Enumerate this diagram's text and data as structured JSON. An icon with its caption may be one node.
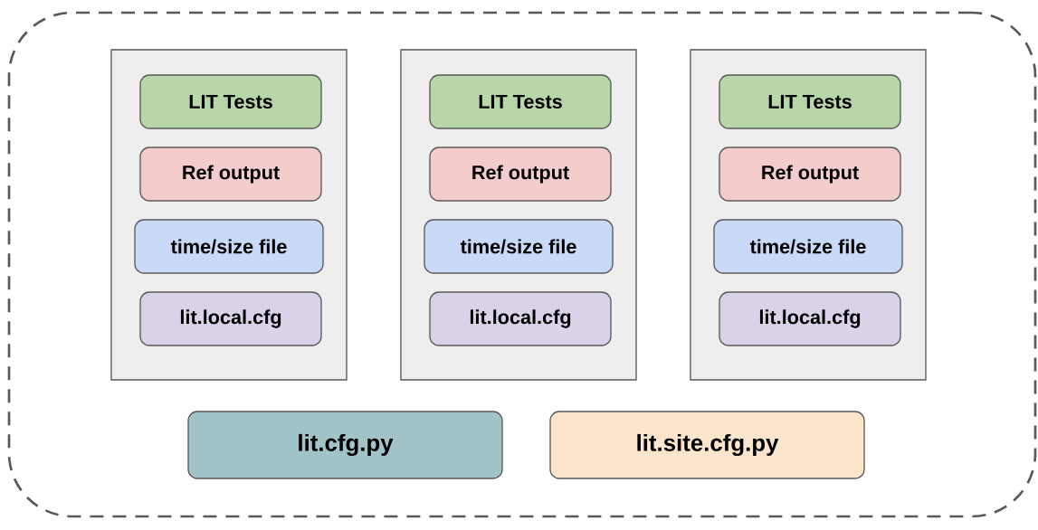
{
  "diagram": {
    "nodes": [
      {
        "text": [],
        "shape": "box"
      },
      {
        "text": [],
        "shape": "box",
        "in": 0
      },
      {
        "text": [
          "LIT Tests"
        ],
        "in": 1
      },
      {
        "text": [
          "Ref output"
        ],
        "in": 1
      },
      {
        "text": [
          "time/size file"
        ],
        "in": 1
      },
      {
        "text": [
          "lit.local.cfg"
        ],
        "in": 1
      },
      {
        "text": [],
        "shape": "box",
        "in": 0
      },
      {
        "text": [
          "LIT Tests"
        ],
        "in": 6
      },
      {
        "text": [
          "Ref output"
        ],
        "in": 6
      },
      {
        "text": [
          "time/size file"
        ],
        "in": 6
      },
      {
        "text": [
          "lit.local.cfg"
        ],
        "in": 6
      },
      {
        "text": [],
        "shape": "box",
        "in": 0
      },
      {
        "text": [
          "LIT Tests"
        ],
        "in": 11
      },
      {
        "text": [
          "Ref output"
        ],
        "in": 11
      },
      {
        "text": [
          "time/size file"
        ],
        "in": 11
      },
      {
        "text": [
          "lit.local.cfg"
        ],
        "in": 11
      },
      {
        "text": [
          "lit.cfg.py"
        ],
        "in": 0
      },
      {
        "text": [
          "lit.site.cfg.py"
        ],
        "in": 0
      }
    ]
  }
}
